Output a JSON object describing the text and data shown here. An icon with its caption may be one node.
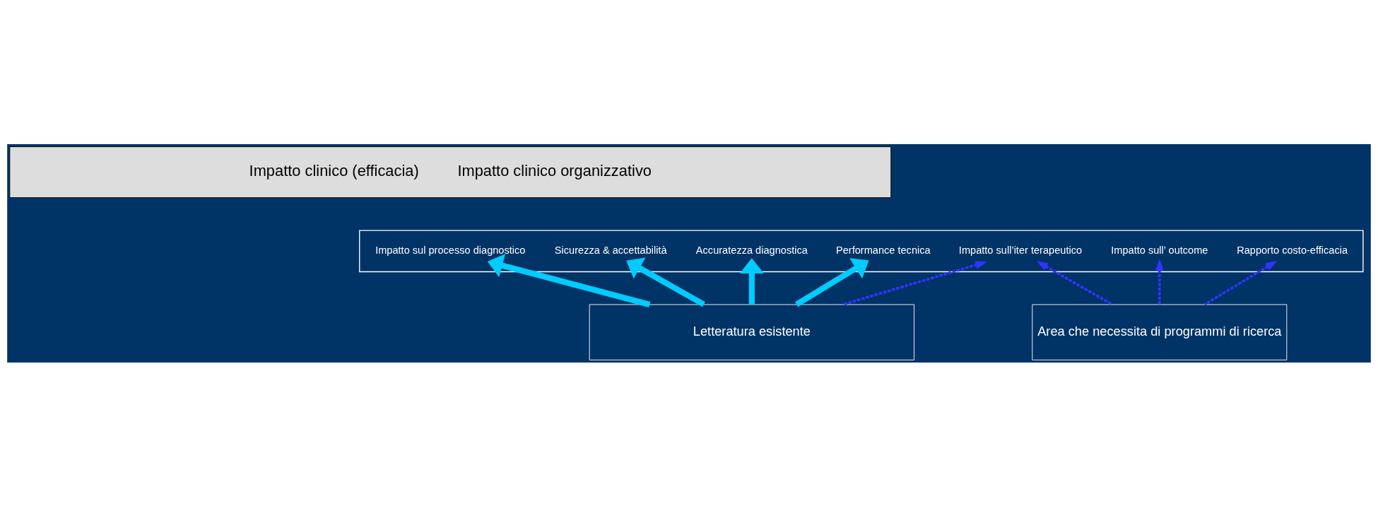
{
  "diagram": {
    "nodes": [
      {
        "text": [
          "Impatto clinico (efficacia)",
          "Impatto clinico organizzativo"
        ]
      },
      {
        "text": [],
        "shape": "box"
      },
      {
        "text": [
          "Performance tecnica"
        ],
        "in": 1
      },
      {
        "text": [
          "Accuratezza diagnostica"
        ],
        "in": 1
      },
      {
        "text": [
          "Sicurezza & accettabilità"
        ],
        "in": 1
      },
      {
        "text": [
          "Impatto sul processo diagnostico"
        ],
        "in": 1
      },
      {
        "text": [
          "Impatto sull’iter terapeutico"
        ],
        "in": 1
      },
      {
        "text": [
          "Impatto sull’ outcome"
        ],
        "in": 1
      },
      {
        "text": [
          "Rapporto costo-efficacia"
        ],
        "in": 1
      },
      {
        "text": [
          "Letteratura esistente"
        ]
      },
      {
        "text": [
          "Area che necessita di programmi di ricerca"
        ]
      }
    ],
    "edges": [
      {
        "from": 9,
        "to": 2,
        "arrow": "to",
        "style": "thick",
        "color": "#00ccff"
      },
      {
        "from": 9,
        "to": 3,
        "arrow": "to",
        "style": "thick",
        "color": "#00ccff"
      },
      {
        "from": 9,
        "to": 4,
        "arrow": "to",
        "style": "thick",
        "color": "#00ccff"
      },
      {
        "from": 9,
        "to": 5,
        "arrow": "to",
        "style": "thick",
        "color": "#00ccff"
      },
      {
        "from": 9,
        "to": 6,
        "arrow": "to",
        "style": "dashed",
        "color": "#3333ff"
      },
      {
        "from": 10,
        "to": 6,
        "arrow": "to",
        "style": "dashed",
        "color": "#3333ff"
      },
      {
        "from": 10,
        "to": 7,
        "arrow": "to",
        "style": "dashed",
        "color": "#3333ff"
      },
      {
        "from": 10,
        "to": 8,
        "arrow": "to",
        "style": "dashed",
        "color": "#3333ff"
      }
    ]
  }
}
